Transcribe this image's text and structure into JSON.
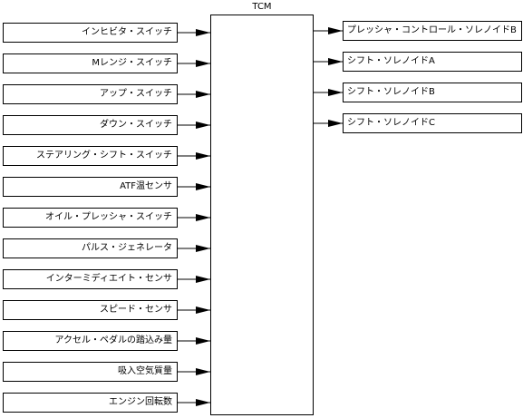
{
  "tcm": {
    "label": "TCM"
  },
  "inputs": [
    "インヒビタ・スイッチ",
    "Mレンジ・スイッチ",
    "アップ・スイッチ",
    "ダウン・スイッチ",
    "ステアリング・シフト・スイッチ",
    "ATF温センサ",
    "オイル・プレッシャ・スイッチ",
    "パルス・ジェネレータ",
    "インターミディエイト・センサ",
    "スピード・センサ",
    "アクセル・ペダルの踏込み量",
    "吸入空気質量",
    "エンジン回転数"
  ],
  "outputs": [
    "プレッシャ・コントロール・ソレノイドB",
    "シフト・ソレノイドA",
    "シフト・ソレノイドB",
    "シフト・ソレノイドC"
  ]
}
